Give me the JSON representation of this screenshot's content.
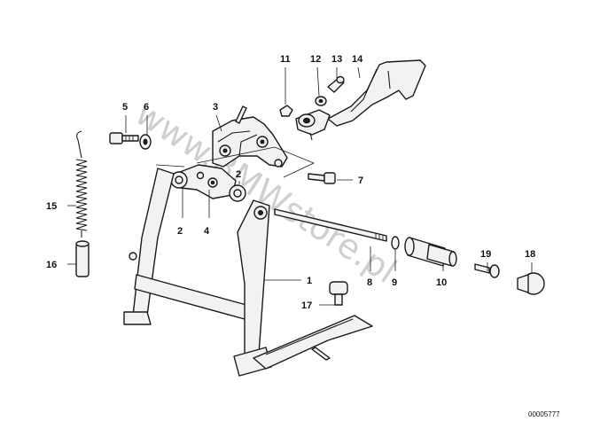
{
  "diagram": {
    "watermark": "www.BMWstore.pl",
    "drawing_code": "00005777",
    "callouts": [
      {
        "id": "c11",
        "text": "11"
      },
      {
        "id": "c12",
        "text": "12"
      },
      {
        "id": "c13",
        "text": "13"
      },
      {
        "id": "c14",
        "text": "14"
      },
      {
        "id": "c5",
        "text": "5"
      },
      {
        "id": "c6",
        "text": "6"
      },
      {
        "id": "c3",
        "text": "3"
      },
      {
        "id": "c2a",
        "text": "2"
      },
      {
        "id": "c2b",
        "text": "2"
      },
      {
        "id": "c4",
        "text": "4"
      },
      {
        "id": "c7",
        "text": "7"
      },
      {
        "id": "c15",
        "text": "15"
      },
      {
        "id": "c16",
        "text": "16"
      },
      {
        "id": "c1",
        "text": "1"
      },
      {
        "id": "c8",
        "text": "8"
      },
      {
        "id": "c9",
        "text": "9"
      },
      {
        "id": "c10",
        "text": "10"
      },
      {
        "id": "c19",
        "text": "19"
      },
      {
        "id": "c18",
        "text": "18"
      },
      {
        "id": "c17",
        "text": "17"
      }
    ]
  }
}
